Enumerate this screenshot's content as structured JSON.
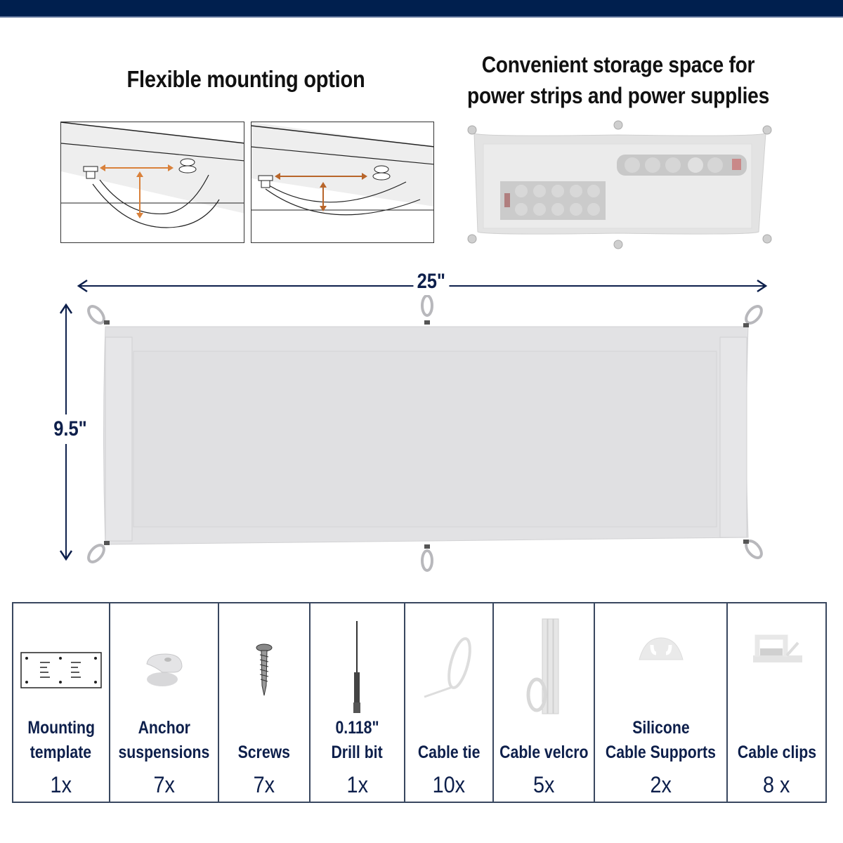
{
  "header": {
    "bar_color": "#001f4e"
  },
  "sections": {
    "mounting": {
      "title": "Flexible mounting option"
    },
    "storage": {
      "title_line1": "Convenient storage space for",
      "title_line2": "power strips and power supplies"
    }
  },
  "dimensions": {
    "width": "25\"",
    "height": "9.5\""
  },
  "accessories": [
    {
      "name_line1": "Mounting",
      "name_line2": "template",
      "qty": "1x",
      "icon": "mounting-template-icon"
    },
    {
      "name_line1": "Anchor",
      "name_line2": "suspensions",
      "qty": "7x",
      "icon": "anchor-icon"
    },
    {
      "name_line1": "",
      "name_line2": "Screws",
      "qty": "7x",
      "icon": "screw-icon"
    },
    {
      "name_line1": "0.118\"",
      "name_line2": "Drill bit",
      "qty": "1x",
      "icon": "drill-bit-icon"
    },
    {
      "name_line1": "",
      "name_line2": "Cable tie",
      "qty": "10x",
      "icon": "cable-tie-icon"
    },
    {
      "name_line1": "",
      "name_line2": "Cable velcro",
      "qty": "5x",
      "icon": "cable-velcro-icon"
    },
    {
      "name_line1": "Silicone",
      "name_line2": "Cable Supports",
      "qty": "2x",
      "icon": "cable-support-icon"
    },
    {
      "name_line1": "",
      "name_line2": "Cable clips",
      "qty": "8 x",
      "icon": "cable-clip-icon"
    }
  ],
  "colors": {
    "navy": "#0d1f4b",
    "orange_arrow": "#d9813b",
    "mat_gray": "#e2e2e4"
  }
}
